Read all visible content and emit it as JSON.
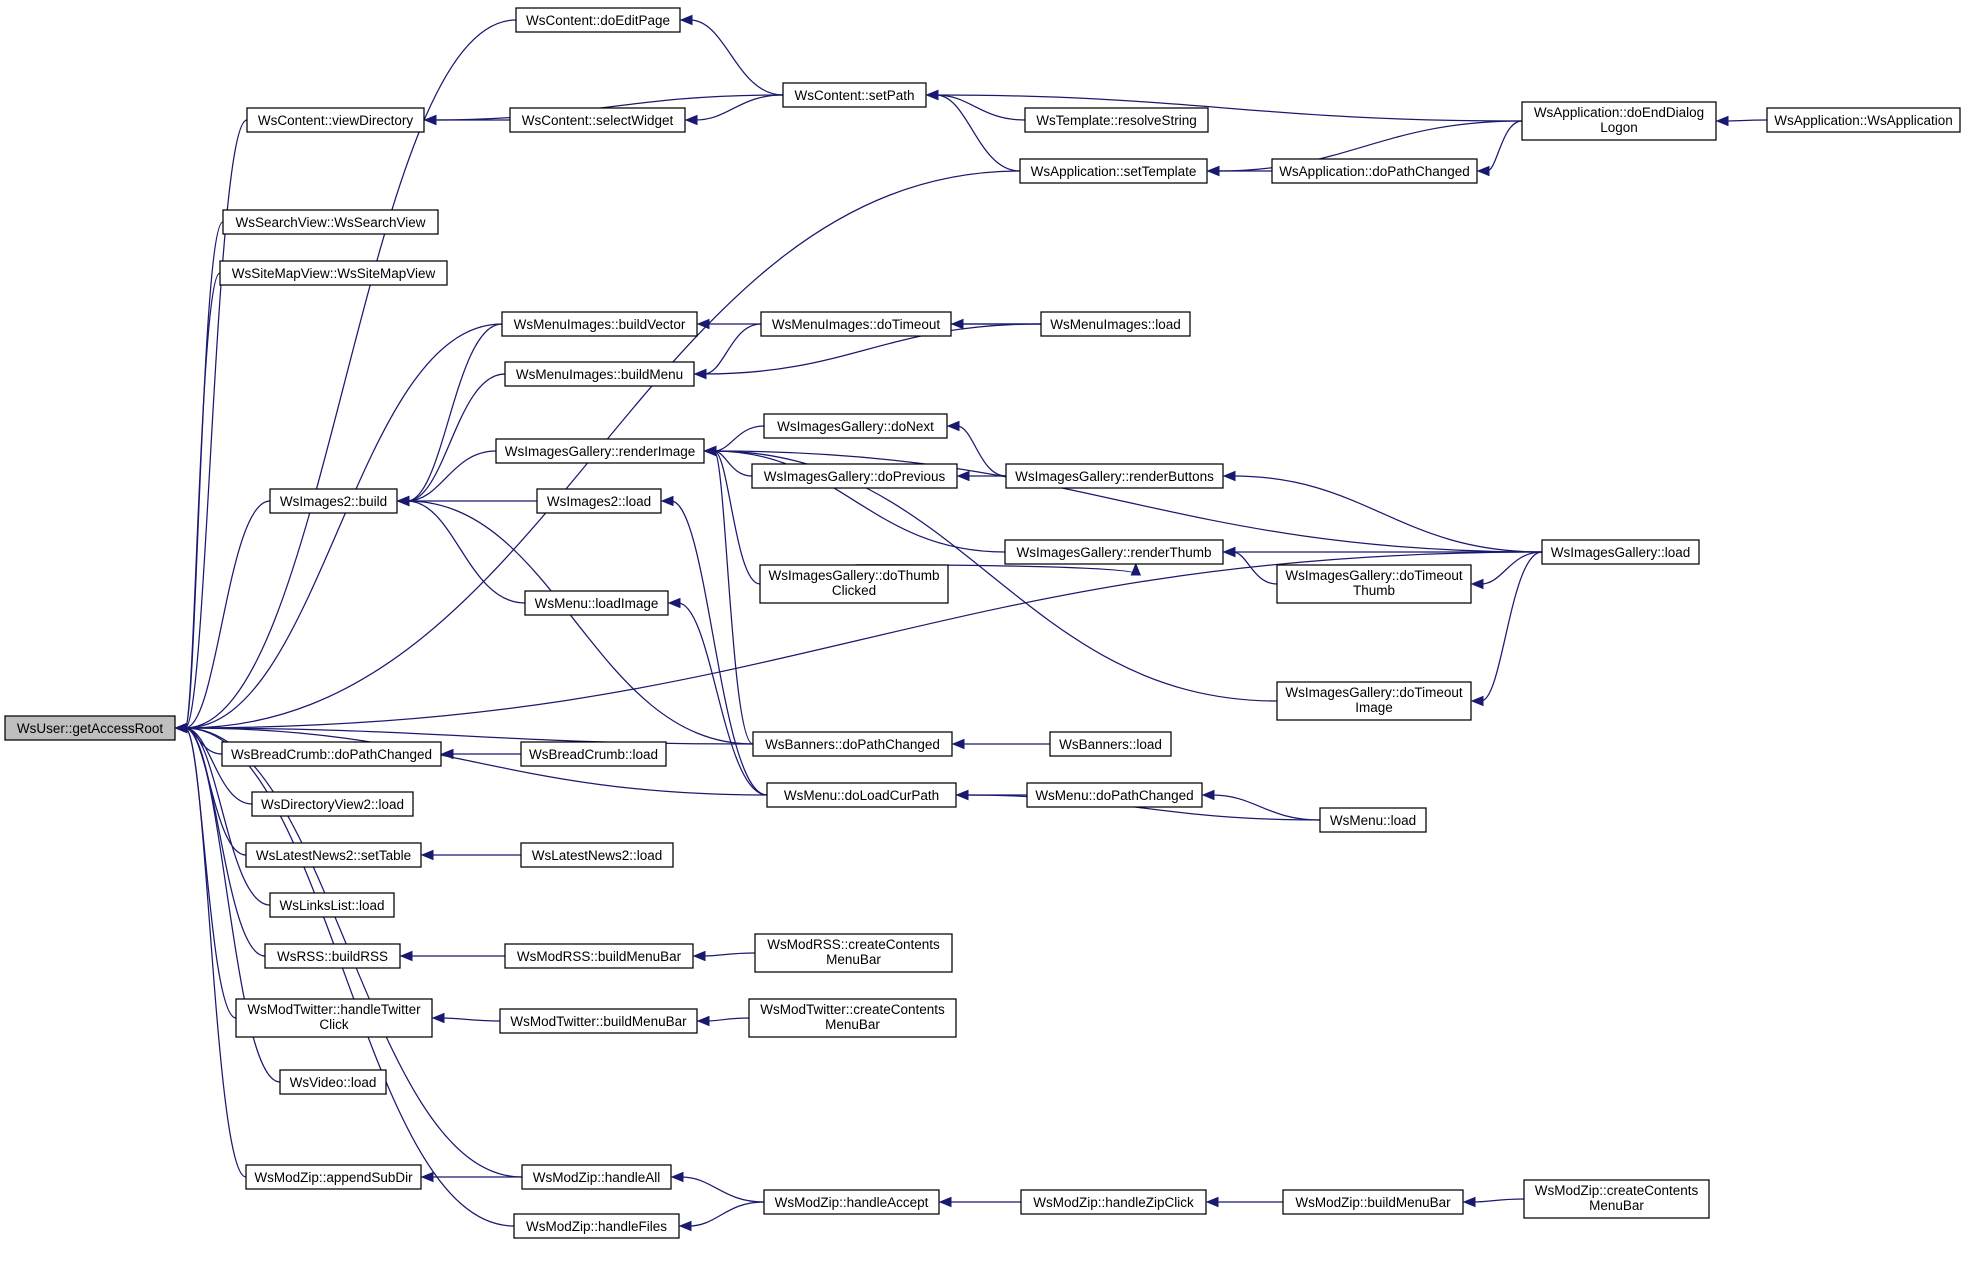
{
  "diagram": {
    "kind": "doxygen caller graph",
    "edge_color": "#191970",
    "root_fill": "#bfbfbf",
    "nodes": [
      {
        "id": "root",
        "lines": [
          "WsUser::getAccessRoot"
        ]
      },
      {
        "id": "ce",
        "lines": [
          "WsContent::doEditPage"
        ]
      },
      {
        "id": "cvd",
        "lines": [
          "WsContent::viewDirectory"
        ]
      },
      {
        "id": "csw",
        "lines": [
          "WsContent::selectWidget"
        ]
      },
      {
        "id": "csp",
        "lines": [
          "WsContent::setPath"
        ]
      },
      {
        "id": "trs",
        "lines": [
          "WsTemplate::resolveString"
        ]
      },
      {
        "id": "aedl",
        "lines": [
          "WsApplication::doEndDialog",
          "Logon"
        ]
      },
      {
        "id": "aapp",
        "lines": [
          "WsApplication::WsApplication"
        ]
      },
      {
        "id": "ast",
        "lines": [
          "WsApplication::setTemplate"
        ]
      },
      {
        "id": "adpc",
        "lines": [
          "WsApplication::doPathChanged"
        ]
      },
      {
        "id": "sv",
        "lines": [
          "WsSearchView::WsSearchView"
        ]
      },
      {
        "id": "smv",
        "lines": [
          "WsSiteMapView::WsSiteMapView"
        ]
      },
      {
        "id": "mibv",
        "lines": [
          "WsMenuImages::buildVector"
        ]
      },
      {
        "id": "midt",
        "lines": [
          "WsMenuImages::doTimeout"
        ]
      },
      {
        "id": "mil",
        "lines": [
          "WsMenuImages::load"
        ]
      },
      {
        "id": "mibm",
        "lines": [
          "WsMenuImages::buildMenu"
        ]
      },
      {
        "id": "igri",
        "lines": [
          "WsImagesGallery::renderImage"
        ]
      },
      {
        "id": "igdn",
        "lines": [
          "WsImagesGallery::doNext"
        ]
      },
      {
        "id": "igdp",
        "lines": [
          "WsImagesGallery::doPrevious"
        ]
      },
      {
        "id": "igrb",
        "lines": [
          "WsImagesGallery::renderButtons"
        ]
      },
      {
        "id": "i2b",
        "lines": [
          "WsImages2::build"
        ]
      },
      {
        "id": "i2l",
        "lines": [
          "WsImages2::load"
        ]
      },
      {
        "id": "igrt",
        "lines": [
          "WsImagesGallery::renderThumb"
        ]
      },
      {
        "id": "igl",
        "lines": [
          "WsImagesGallery::load"
        ]
      },
      {
        "id": "igdtc",
        "lines": [
          "WsImagesGallery::doThumb",
          "Clicked"
        ]
      },
      {
        "id": "igdtt",
        "lines": [
          "WsImagesGallery::doTimeout",
          "Thumb"
        ]
      },
      {
        "id": "mli",
        "lines": [
          "WsMenu::loadImage"
        ]
      },
      {
        "id": "igdti",
        "lines": [
          "WsImagesGallery::doTimeout",
          "Image"
        ]
      },
      {
        "id": "bdpc",
        "lines": [
          "WsBanners::doPathChanged"
        ]
      },
      {
        "id": "bl",
        "lines": [
          "WsBanners::load"
        ]
      },
      {
        "id": "bcdpc",
        "lines": [
          "WsBreadCrumb::doPathChanged"
        ]
      },
      {
        "id": "bcl",
        "lines": [
          "WsBreadCrumb::load"
        ]
      },
      {
        "id": "mdlcp",
        "lines": [
          "WsMenu::doLoadCurPath"
        ]
      },
      {
        "id": "mdpc",
        "lines": [
          "WsMenu::doPathChanged"
        ]
      },
      {
        "id": "ml",
        "lines": [
          "WsMenu::load"
        ]
      },
      {
        "id": "dv2l",
        "lines": [
          "WsDirectoryView2::load"
        ]
      },
      {
        "id": "ln2st",
        "lines": [
          "WsLatestNews2::setTable"
        ]
      },
      {
        "id": "ln2l",
        "lines": [
          "WsLatestNews2::load"
        ]
      },
      {
        "id": "lll",
        "lines": [
          "WsLinksList::load"
        ]
      },
      {
        "id": "rssb",
        "lines": [
          "WsRSS::buildRSS"
        ]
      },
      {
        "id": "mrbmb",
        "lines": [
          "WsModRSS::buildMenuBar"
        ]
      },
      {
        "id": "mrccmb",
        "lines": [
          "WsModRSS::createContents",
          "MenuBar"
        ]
      },
      {
        "id": "mthtc",
        "lines": [
          "WsModTwitter::handleTwitter",
          "Click"
        ]
      },
      {
        "id": "mtbmb",
        "lines": [
          "WsModTwitter::buildMenuBar"
        ]
      },
      {
        "id": "mtccmb",
        "lines": [
          "WsModTwitter::createContents",
          "MenuBar"
        ]
      },
      {
        "id": "vl",
        "lines": [
          "WsVideo::load"
        ]
      },
      {
        "id": "mzasd",
        "lines": [
          "WsModZip::appendSubDir"
        ]
      },
      {
        "id": "mzha",
        "lines": [
          "WsModZip::handleAll"
        ]
      },
      {
        "id": "mzhac",
        "lines": [
          "WsModZip::handleAccept"
        ]
      },
      {
        "id": "mzhzc",
        "lines": [
          "WsModZip::handleZipClick"
        ]
      },
      {
        "id": "mzbmb",
        "lines": [
          "WsModZip::buildMenuBar"
        ]
      },
      {
        "id": "mzccmb",
        "lines": [
          "WsModZip::createContents",
          "MenuBar"
        ]
      },
      {
        "id": "mzhf",
        "lines": [
          "WsModZip::handleFiles"
        ]
      }
    ],
    "edges": [
      [
        "ce",
        "root"
      ],
      [
        "cvd",
        "root"
      ],
      [
        "sv",
        "root"
      ],
      [
        "smv",
        "root"
      ],
      [
        "igl",
        "root"
      ],
      [
        "mibv",
        "root"
      ],
      [
        "i2b",
        "root"
      ],
      [
        "bdpc",
        "root"
      ],
      [
        "mdlcp",
        "root"
      ],
      [
        "bcdpc",
        "root"
      ],
      [
        "dv2l",
        "root"
      ],
      [
        "ln2st",
        "root"
      ],
      [
        "lll",
        "root"
      ],
      [
        "rssb",
        "root"
      ],
      [
        "mthtc",
        "root"
      ],
      [
        "vl",
        "root"
      ],
      [
        "mzha",
        "root"
      ],
      [
        "mzasd",
        "root"
      ],
      [
        "mzhf",
        "root"
      ],
      [
        "csp",
        "ce"
      ],
      [
        "csw",
        "cvd"
      ],
      [
        "csp",
        "cvd"
      ],
      [
        "csp",
        "csw"
      ],
      [
        "ast",
        "root"
      ],
      [
        "trs",
        "csp"
      ],
      [
        "aedl",
        "csp"
      ],
      [
        "ast",
        "csp"
      ],
      [
        "aedl",
        "ast"
      ],
      [
        "adpc",
        "ast"
      ],
      [
        "aedl",
        "adpc"
      ],
      [
        "aapp",
        "aedl"
      ],
      [
        "mil",
        "mibv"
      ],
      [
        "midt",
        "mibm"
      ],
      [
        "mil",
        "midt"
      ],
      [
        "mil",
        "mibm"
      ],
      [
        "mibv",
        "i2b"
      ],
      [
        "mibm",
        "i2b"
      ],
      [
        "igri",
        "i2b"
      ],
      [
        "i2l",
        "i2b"
      ],
      [
        "mli",
        "i2b"
      ],
      [
        "bdpc",
        "i2b"
      ],
      [
        "igdn",
        "igri"
      ],
      [
        "igdp",
        "igri"
      ],
      [
        "igrt",
        "igri"
      ],
      [
        "igdtc",
        "igri"
      ],
      [
        "igl",
        "igri"
      ],
      [
        "igdti",
        "igri"
      ],
      [
        "bdpc",
        "igri"
      ],
      [
        "igrb",
        "igdn"
      ],
      [
        "igrb",
        "igdp"
      ],
      [
        "igl",
        "igrb"
      ],
      [
        "igdtc",
        "igrt"
      ],
      [
        "igl",
        "igrt"
      ],
      [
        "igdtt",
        "igrt"
      ],
      [
        "igl",
        "igdtt"
      ],
      [
        "igl",
        "igdti"
      ],
      [
        "mdlcp",
        "i2l"
      ],
      [
        "mdlcp",
        "mli"
      ],
      [
        "bl",
        "bdpc"
      ],
      [
        "mdpc",
        "mdlcp"
      ],
      [
        "ml",
        "mdlcp"
      ],
      [
        "ml",
        "mdpc"
      ],
      [
        "bcl",
        "bcdpc"
      ],
      [
        "ln2l",
        "ln2st"
      ],
      [
        "mrbmb",
        "rssb"
      ],
      [
        "mrccmb",
        "mrbmb"
      ],
      [
        "mtbmb",
        "mthtc"
      ],
      [
        "mtccmb",
        "mtbmb"
      ],
      [
        "mzha",
        "mzasd"
      ],
      [
        "mzhac",
        "mzha"
      ],
      [
        "mzhac",
        "mzhf"
      ],
      [
        "mzhzc",
        "mzhac"
      ],
      [
        "mzbmb",
        "mzhzc"
      ],
      [
        "mzccmb",
        "mzbmb"
      ]
    ]
  }
}
